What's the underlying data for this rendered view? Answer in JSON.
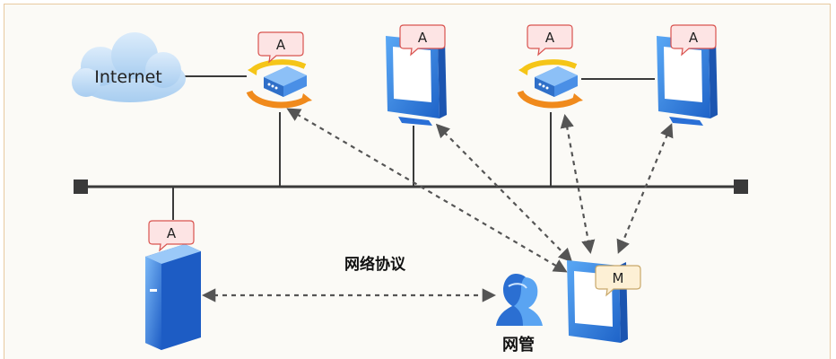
{
  "diagram": {
    "internet_label": "Internet",
    "protocol_label": "网络协议",
    "manager_label": "网管",
    "agent_badges": [
      "A",
      "A",
      "A",
      "A",
      "A"
    ],
    "manager_badge": "M"
  },
  "colors": {
    "bus": "#333333",
    "monitor_blue": "#2f7fe0",
    "server_blue": "#2a6fd6",
    "router_orange": "#f08a1c",
    "router_yellow": "#f5c518",
    "badge_red_fill": "#fde4e4",
    "badge_red_stroke": "#d9534f",
    "badge_tan_fill": "#fdf0d5",
    "badge_tan_stroke": "#c9a86a",
    "arrow": "#555555",
    "cloud": "#b9d9f5"
  }
}
